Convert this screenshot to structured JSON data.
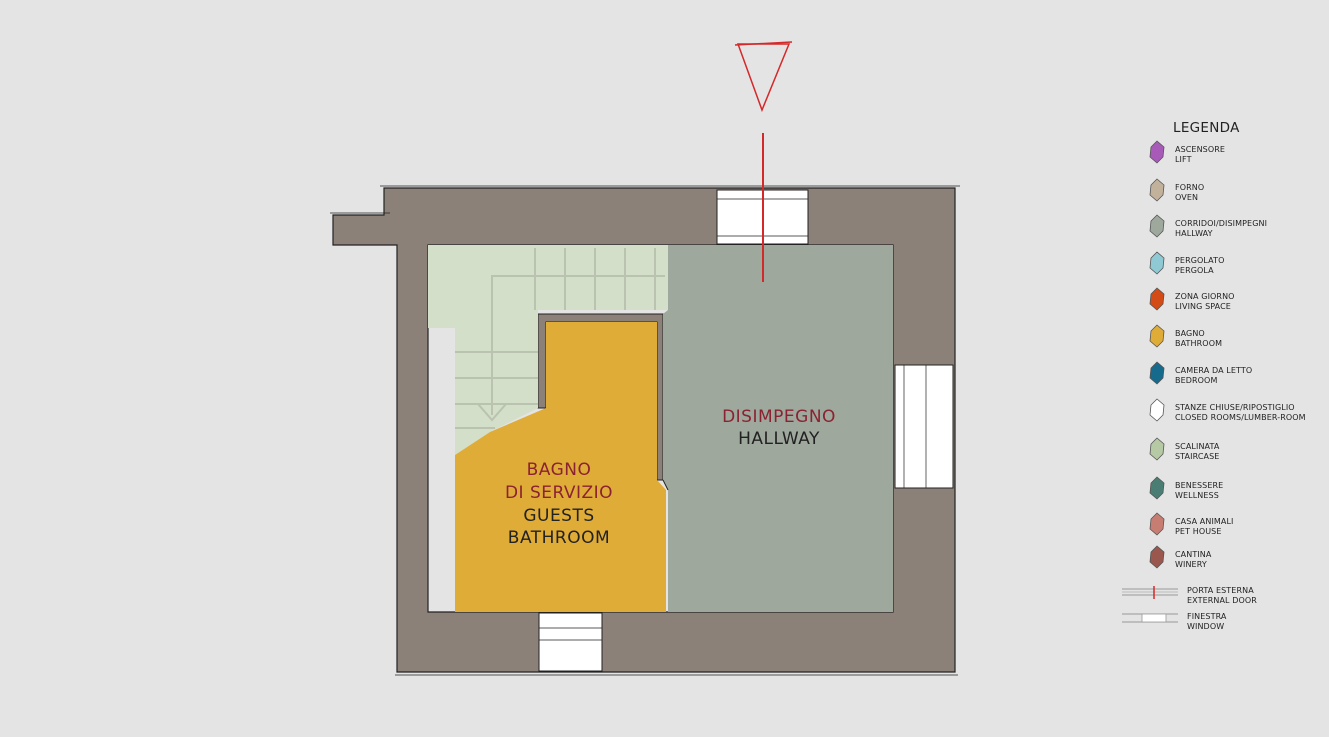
{
  "rooms": {
    "bathroom": {
      "name_it_1": "BAGNO",
      "name_it_2": "DI SERVIZIO",
      "name_en_1": "GUESTS",
      "name_en_2": "BATHROOM",
      "color": "#e0ac38"
    },
    "hallway": {
      "name_it": "DISIMPEGNO",
      "name_en": "HALLWAY",
      "color": "#9ea89d"
    },
    "staircase": {
      "color": "#d3dfc9"
    }
  },
  "walls": {
    "color": "#8c8179"
  },
  "door_color": "#d4292a",
  "legend": {
    "title": "LEGENDA",
    "items": [
      {
        "it": "ASCENSORE",
        "en": "LIFT",
        "color": "#a85ab8"
      },
      {
        "it": "FORNO",
        "en": "OVEN",
        "color": "#c2b29c"
      },
      {
        "it": "CORRIDOI/DISIMPEGNI",
        "en": "HALLWAY",
        "color": "#9ea89d"
      },
      {
        "it": "PERGOLATO",
        "en": "PERGOLA",
        "color": "#8ec9d4"
      },
      {
        "it": "ZONA GIORNO",
        "en": "LIVING SPACE",
        "color": "#d34b16"
      },
      {
        "it": "BAGNO",
        "en": "BATHROOM",
        "color": "#e0ac38"
      },
      {
        "it": "CAMERA DA LETTO",
        "en": "BEDROOM",
        "color": "#166a8c"
      },
      {
        "it": "STANZE CHIUSE/RIPOSTIGLIO",
        "en": "CLOSED ROOMS/LUMBER-ROOM",
        "color": "#ffffff"
      },
      {
        "it": "SCALINATA",
        "en": "STAIRCASE",
        "color": "#b5c9a4"
      },
      {
        "it": "BENESSERE",
        "en": "WELLNESS",
        "color": "#4a7d74"
      },
      {
        "it": "CASA ANIMALI",
        "en": "PET HOUSE",
        "color": "#c87d72"
      },
      {
        "it": "CANTINA",
        "en": "WINERY",
        "color": "#9a574d"
      }
    ],
    "door": {
      "it": "PORTA ESTERNA",
      "en": "EXTERNAL DOOR"
    },
    "window": {
      "it": "FINESTRA",
      "en": "WINDOW"
    }
  }
}
